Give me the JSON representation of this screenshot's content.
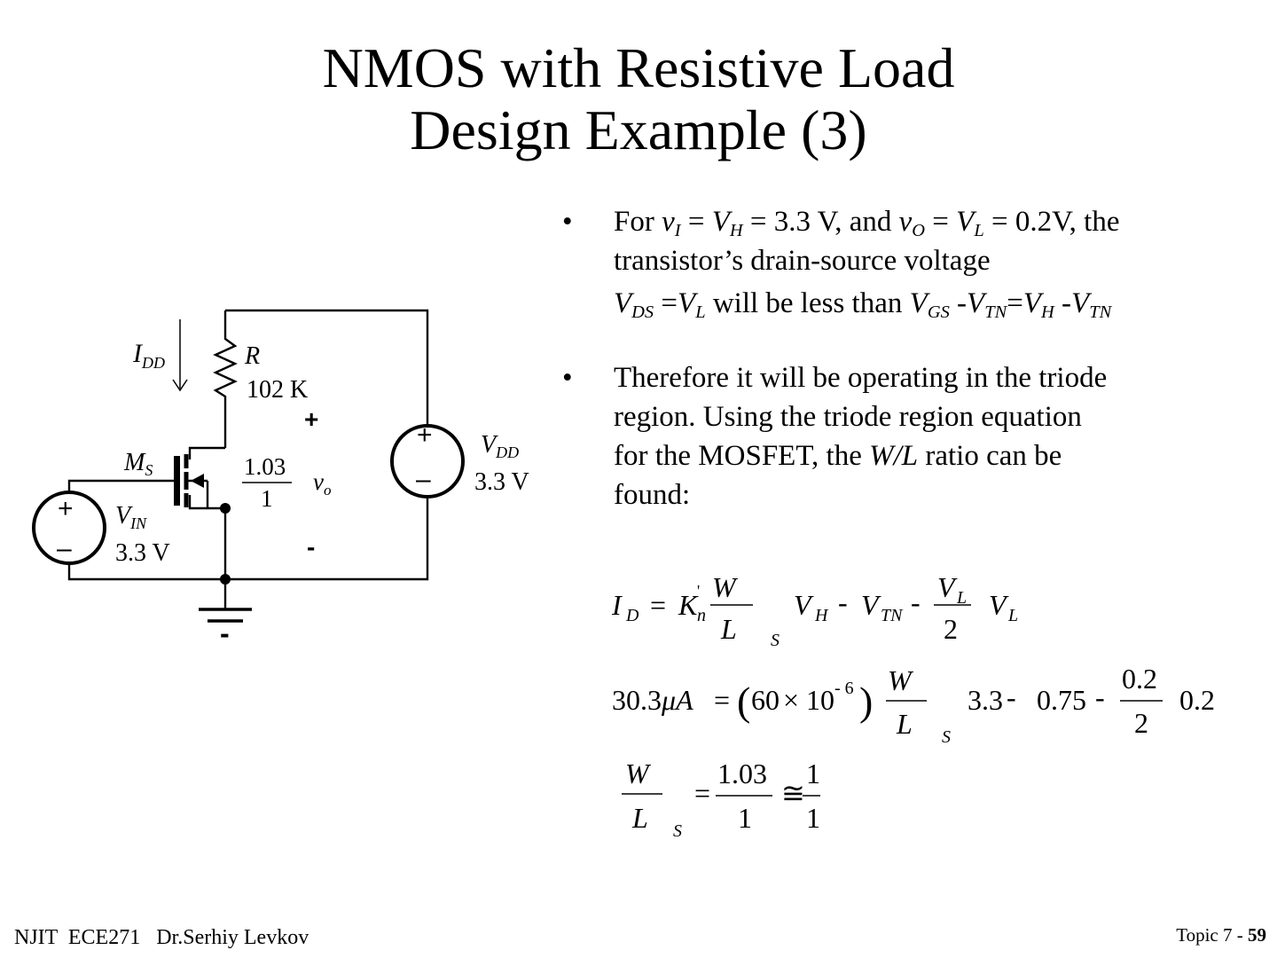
{
  "title": {
    "line1": "NMOS with Resistive Load",
    "line2": "Design Example (3)"
  },
  "circuit": {
    "current_label": "I",
    "current_sub": "DD",
    "resistor_name": "R",
    "resistor_value": "102 K",
    "transistor_name": "M",
    "transistor_sub": "S",
    "ratio_num": "1.03",
    "ratio_den": "1",
    "output_label": "v",
    "output_sub": "o",
    "output_plus": "+",
    "output_minus": "-",
    "vin_name": "V",
    "vin_sub": "IN",
    "vin_value": "3.3 V",
    "vdd_name": "V",
    "vdd_sub": "DD",
    "vdd_value": "3.3 V",
    "source_plus": "+",
    "source_minus": "–",
    "ground_minus": "-"
  },
  "bullets": {
    "b1": {
      "p1": "For ",
      "vI": "v",
      "vI_sub": "I",
      "p2": " = ",
      "VH": "V",
      "VH_sub": "H",
      "p3": " = 3.3 V, and ",
      "vO": "v",
      "vO_sub": "O",
      "p4": " = ",
      "VL": "V",
      "VL_sub": "L",
      "p5": " = 0.2V, the",
      "line2": "transistor’s drain-source voltage",
      "l3_V1": "V",
      "l3_V1_sub": "DS",
      "l3_eq1": " =",
      "l3_V2": "V",
      "l3_V2_sub": "L",
      "l3_text": " will be less than ",
      "l3_V3": "V",
      "l3_V3_sub": "GS",
      "l3_minus1": " -",
      "l3_V4": "V",
      "l3_V4_sub": "TN",
      "l3_eq2": "=",
      "l3_V5": "V",
      "l3_V5_sub": "H",
      "l3_minus2": " -",
      "l3_V6": "V",
      "l3_V6_sub": "TN"
    },
    "b2": {
      "line1": "Therefore it will be operating in the triode",
      "line2": "region.  Using the triode region equation",
      "line3_a": "for the MOSFET, the ",
      "line3_wl": "W/L",
      "line3_b": " ratio can be",
      "line4": "found:"
    }
  },
  "equations": {
    "eq1": {
      "I": "I",
      "I_sub": "D",
      "eq": "=",
      "K": "K",
      "K_sup": "'",
      "K_sub": "n",
      "W": "W",
      "L": "L",
      "S": "S",
      "VH": "V",
      "VH_sub": "H",
      "minus1": "-",
      "VTN": "V",
      "VTN_sub": "TN",
      "minus2": "-",
      "frac_num": "V",
      "frac_num_sub": "L",
      "frac_den": "2",
      "VL": "V",
      "VL_sub": "L"
    },
    "eq2": {
      "lhs": "30.3",
      "mu": "μ",
      "A": "A",
      "eq": "=",
      "k1": "60",
      "times": "×",
      "ten": "10",
      "exp": "- 6",
      "W": "W",
      "L": "L",
      "S": "S",
      "v1": "3.3",
      "minus1": "-",
      "v2": "0.75",
      "minus2": "-",
      "frac_num": "0.2",
      "frac_den": "2",
      "tail": "0.2"
    },
    "eq3": {
      "W": "W",
      "L": "L",
      "S": "S",
      "eq": "=",
      "num1": "1.03",
      "den1": "1",
      "approx": "≅",
      "num2": "1",
      "den2": "1"
    }
  },
  "footer": {
    "left": "NJIT  ECE271   Dr.Serhiy Levkov",
    "topic": "Topic 7 - ",
    "page": "59"
  }
}
